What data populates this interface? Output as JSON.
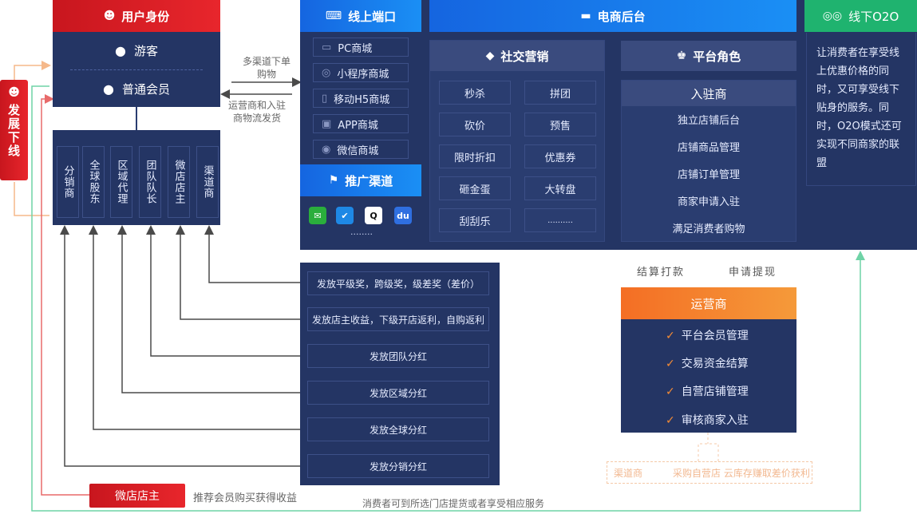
{
  "user_identity": {
    "title": "用户身份",
    "guest": "游客",
    "member": "普通会员"
  },
  "downline": {
    "label": "发展下线"
  },
  "distribution_roles": [
    "分销商",
    "全球股东",
    "区域代理",
    "团队队长",
    "微店店主",
    "渠道商"
  ],
  "flows": {
    "to_ports": "多渠道下单购物",
    "to_users": "运营商和入驻商物流发货"
  },
  "online_ports": {
    "title": "线上端口",
    "items": [
      "PC商城",
      "小程序商城",
      "移动H5商城",
      "APP商城",
      "微信商城"
    ]
  },
  "promotion": {
    "title": "推广渠道",
    "icons": [
      "wechat-icon",
      "verified-icon",
      "qq-icon",
      "baidu-icon"
    ],
    "more": "........"
  },
  "ecommerce_backend": {
    "title": "电商后台"
  },
  "social_marketing": {
    "title": "社交营销",
    "items": [
      "秒杀",
      "拼团",
      "砍价",
      "预售",
      "限时折扣",
      "优惠券",
      "砸金蛋",
      "大转盘",
      "刮刮乐",
      ".........."
    ]
  },
  "platform_roles": {
    "title": "平台角色",
    "merchant_title": "入驻商",
    "merchant_items": [
      "独立店铺后台",
      "店铺商品管理",
      "店铺订单管理",
      "商家申请入驻",
      "满足消费者购物"
    ]
  },
  "o2o": {
    "title": "线下O2O",
    "description": "让消费者在享受线上优惠价格的同时，又可享受线下贴身的服务。同时，O2O模式还可实现不同商家的联盟"
  },
  "rewards": [
    "发放平级奖，跨级奖，级差奖（差价）",
    "发放店主收益，下级开店返利，自购返利",
    "发放团队分红",
    "发放区域分红",
    "发放全球分红",
    "发放分销分红"
  ],
  "operator": {
    "settle": "结算打款",
    "withdraw": "申请提现",
    "title": "运营商",
    "items": [
      "平台会员管理",
      "交易资金结算",
      "自营店铺管理",
      "审核商家入驻"
    ]
  },
  "channel_note": {
    "name": "渠道商",
    "text": "采购自营店 云库存赚取差价获利"
  },
  "shop_owner": {
    "title": "微店店主",
    "caption": "推荐会员购买获得收益"
  },
  "bottom_caption": "消费者可到所选门店提货或者享受相应服务",
  "colors": {
    "navy": "#243564",
    "red": "#d81e24",
    "blue": "#1a7ff0",
    "green": "#1fb36f",
    "orange": "#f47a2a"
  }
}
